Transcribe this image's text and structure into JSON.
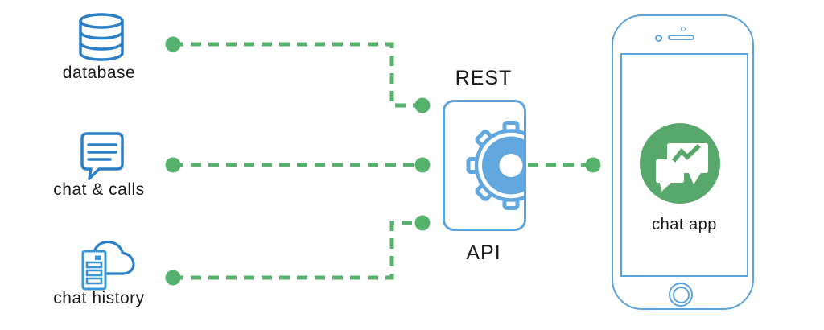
{
  "sources": [
    {
      "id": "database",
      "label": "database"
    },
    {
      "id": "chat-calls",
      "label": "chat & calls"
    },
    {
      "id": "chat-history",
      "label": "chat history"
    }
  ],
  "api": {
    "top_label": "REST",
    "bottom_label": "API",
    "icon": "gear-icon"
  },
  "phone": {
    "app_label": "chat app",
    "icon": "chat-app-icon"
  },
  "connections": [
    {
      "from": "database",
      "to": "rest-api"
    },
    {
      "from": "chat-calls",
      "to": "rest-api"
    },
    {
      "from": "chat-history",
      "to": "rest-api"
    },
    {
      "from": "rest-api",
      "to": "chat-app"
    }
  ],
  "colors": {
    "connector_green": "#55b26c",
    "app_green": "#58a86b",
    "icon_blue": "#2b7fc6",
    "icon_blue_light": "#3a97d6",
    "api_blue": "#5ea5de",
    "phone_blue": "#5ba3dd",
    "text": "#1a1a1a",
    "background": "#ffffff"
  }
}
